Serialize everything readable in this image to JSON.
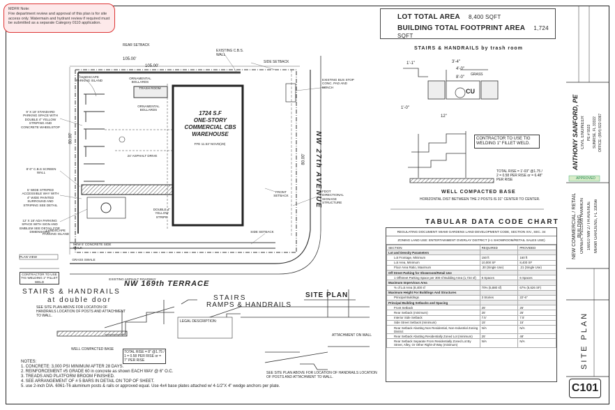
{
  "mdfr_note": {
    "title": "MDFR Note:",
    "body": "Fire department review and approval of this plan is for site access only. Watermain and hydrant review if required must be submitted as a separate Category 0110 application."
  },
  "lot": {
    "total_area_label": "LOT TOTAL AREA",
    "total_area_value": "8,400 SQFT",
    "footprint_label": "BUILDING TOTAL FOOTPRINT AREA",
    "footprint_value": "1,724 SQFT"
  },
  "stairs_top": {
    "title": "STAIRS & HANDRAILS by trash room",
    "dims": [
      "1'-1\"",
      "3'-4\"",
      "4'-0\"",
      "8'-0\"",
      "12\"",
      "1'-0\""
    ],
    "grass": "GRASS",
    "cu": "CU",
    "contractor_note": "CONTRACTOR TO USE TIG WELDING 1\" FILLET WELD.",
    "base_label": "WELL COMPACTED BASE",
    "base_note": "HORIZONTAL DIST BETWEEN THE 2 POSTS IS 31\" CENTER TO CENTER.",
    "rise_note": "TOTAL RISE = 1'-03\" @1.75 / 2 = 0.58 PER RISE or = 6.48\" PER RISE"
  },
  "site": {
    "building_label_area": "1724 S.F",
    "building_label_1": "ONE-STORY",
    "building_label_2": "COMMERCIAL CBS",
    "building_label_3": "WAREHOUSE",
    "ffe": "FFE 11.53' NGVD(29)",
    "street": "NW 169th TERRACE",
    "avenue": "NW 27th AVENUE",
    "dim_top": "105.00'",
    "dim_top2": "105.00'",
    "dim_left": "80.00'",
    "dim_right": "80.00'",
    "labels": [
      "REAR SETBACK",
      "EXISTING C.B.S. WALL",
      "SIDE SETBACK",
      "LANDSCAPE PARKING ISLAND",
      "ORNAMENTAL BOLLARDS",
      "TRASH ROOM",
      "ORNAMENTAL BOLLARDS",
      "24' ASPHALT DRIVE",
      "FRONT SETBACK",
      "EXISTING BUS STOP CONC. PAD AND BENCH",
      "FDOT DIRECTIONAL SIGNAGE STRUCTURE",
      "SIDE SETBACK",
      "DOUBLE 4\" YELLOW STRIPE",
      "NEW 5' CONCRETE SIDE WALK",
      "GRASS SWALE",
      "EXISTING ASPHALT ROADWAY",
      "SITE PLAN"
    ],
    "left_notes": [
      "9' X 18' STANDARD PARKING SPACE WITH DOUBLE 4\" YELLOW STRIPING AND CONCRETE WHEELSTOP",
      "8'-0\" C.B.S SCREEN WALL",
      "5' WIDE STRIPED ACCESSIBLE WAY WITH 4\" WIDE PAINTED SURROUND AND STRIPING SEE DETAIL",
      "12' X 18' ADA PARKING SPACE WITH SIGN AND EMBLEM SEE DETAIL FOR DIMENSIONS",
      "LANDSCAPE PARKING ISLAND",
      "PLAN VIEW",
      "CONTRACTOR TO USE TIG WELDING 1\" FILLET WELD"
    ]
  },
  "stairs_bottom": {
    "title1": "STAIRS & HANDRAILS",
    "title2": "at double door",
    "subnote": "SEE SITE PLAN ABOVE FOR LOCATION OF HANDRAILS LOCATION OF POSTS AND ATTACHMENT TO WALL.",
    "base": "WELL COMPACTED BASE",
    "rise": "TOTAL RISE = 8\" @1.75 / 1 = 0.58 PER RISE or = 7\" PER RISE",
    "notes": [
      "NOTES:",
      "1. CONCRETE: 3,000 PSI MINIMUM AFTER 28 DAYS.",
      "2. REINFORCEMENT #5 GRADE 60 in concrete as shown EACH WAY @ 6\" O.C.",
      "3. TREADS AND PLATFORM BROOM FINISHED.",
      "4. SEE ARRANGEMENT OF # 5 BARS IN DETAIL ON TOP OF SHEET.",
      "5. use 2-inch DIA. 6061-T6 aluminum posts & rails or approved equal. Use 4x4 base plates attached w/ 4-1/2\"X 4\" wedge anchors per plate."
    ]
  },
  "stairs_ramps": {
    "title1": "STAIRS",
    "title2": "RAMPS & HANDRAILS",
    "subnote": "SEE SITE PLAN ABOVE FOR LOCATION OF HANDRAILS LOCATION OF POSTS AND ATTACHMENT TO WALL.",
    "attach": "ATTACHMENT ON WALL",
    "legal_label": "LEGAL DESCRIPTION:"
  },
  "tabular": {
    "title": "TABULAR DATA CODE CHART",
    "regulating": "REGULATING DOCUMENT: MIAMI GARDENS LAND DEVELOPMENT CODE, SECTION XIV., SEC. 34",
    "zoning": "ZONING LAND USE: ENTERTAINMENT OVERLAY DISTRICT (I-1 SHOWROOM/RETAIL SALES USE)",
    "headers": [
      "SECTION",
      "REQUIRED",
      "PROVIDED"
    ],
    "rows": [
      {
        "type": "sec",
        "c": [
          "Lot and Density Parameters",
          "",
          ""
        ]
      },
      {
        "type": "row",
        "c": [
          "Lot Frontage, Minimum",
          "150 ft",
          "160 ft"
        ]
      },
      {
        "type": "row",
        "c": [
          "Lot Area, Minimum",
          "10,000 SF",
          "8,400 SF"
        ]
      },
      {
        "type": "row",
        "c": [
          "Floor Area Ratio, Maximum",
          ".30 (Single Use)",
          ".21 (Single Use)"
        ]
      },
      {
        "type": "sec",
        "c": [
          "Off Street Parking for Showroom/Retail Use",
          "",
          ""
        ]
      },
      {
        "type": "row",
        "c": [
          "1 Offstreet Parking Space per 300 sf Building Area (1,724 sf)",
          "6 Spaces",
          "6 Spaces"
        ]
      },
      {
        "type": "sec",
        "c": [
          "Maximum Impervious Area",
          "",
          ""
        ]
      },
      {
        "type": "row",
        "c": [
          "% of Lot Area (8,400 sf",
          "70% (5,880 sf)",
          "67% (5,626 SF)"
        ]
      },
      {
        "type": "sec",
        "c": [
          "Maximum Height For Buildings And Structures",
          "",
          ""
        ]
      },
      {
        "type": "row",
        "c": [
          "Principal Buildings",
          "3 Stories",
          "22'-6\""
        ]
      },
      {
        "type": "sec",
        "c": [
          "Principal Building Setbacks and Spacing",
          "",
          ""
        ]
      },
      {
        "type": "row",
        "c": [
          "Front Setback",
          "25'",
          "25'"
        ]
      },
      {
        "type": "row",
        "c": [
          "Rear Setback (minimum)",
          "25'",
          "25'"
        ]
      },
      {
        "type": "row",
        "c": [
          "Interior Side Setback",
          "7.5'",
          "7.5'"
        ]
      },
      {
        "type": "row",
        "c": [
          "Side Street Setback (minimum)",
          "15'",
          "15'"
        ]
      },
      {
        "type": "row",
        "c": [
          "Rear Setback Abutting Non Residential, Non-Industrial Zoning District",
          "N/A",
          "N/A"
        ]
      },
      {
        "type": "row",
        "c": [
          "Rear Setback Abutting Residentially Zoned Lot (minimum)",
          "25'",
          "48'"
        ]
      },
      {
        "type": "row",
        "c": [
          "Rear Setback Separate From Residentially Zoned Lot By Street, Alley, Or Other Right-of-Way (minimum)",
          "N/A",
          "N/A"
        ]
      }
    ]
  },
  "title_block": {
    "engineer": "ANTHONY SANFORD, PE",
    "engineer2": "CIVIL ENGINEER",
    "license": "PE # 5533",
    "address_line": "SUNRISE, FL 33322",
    "phone": "OFFICE: (954) 822-9367",
    "project1": "NEW COMMERCIAL / RETAIL BUILDING",
    "project2": "OWNER: PELLIAN HAMMON",
    "project3": "16910 NW 27TH AVENUE",
    "project4": "MIAMI GARDENS, FL 33056",
    "sheet_title": "SITE PLAN",
    "sheet_no": "C101",
    "approved": "APPROVED"
  }
}
